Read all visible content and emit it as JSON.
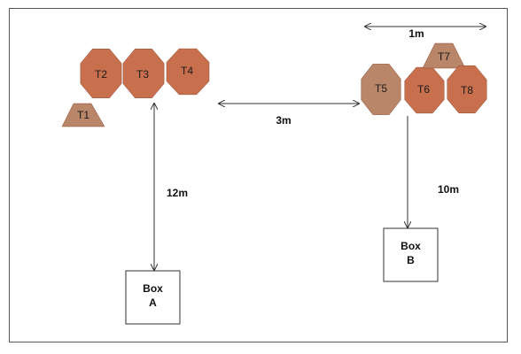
{
  "tables": [
    {
      "id": "T1",
      "shape": "trapezoid",
      "color": "#b9866a"
    },
    {
      "id": "T2",
      "shape": "octagon",
      "color": "#c8704d"
    },
    {
      "id": "T3",
      "shape": "octagon",
      "color": "#c8704d"
    },
    {
      "id": "T4",
      "shape": "octagon",
      "color": "#c8704d"
    },
    {
      "id": "T5",
      "shape": "octagon",
      "color": "#b9866a"
    },
    {
      "id": "T6",
      "shape": "octagon",
      "color": "#c8704d"
    },
    {
      "id": "T7",
      "shape": "trapezoid",
      "color": "#b9866a"
    },
    {
      "id": "T8",
      "shape": "octagon",
      "color": "#c8704d"
    }
  ],
  "boxes": [
    {
      "line1": "Box",
      "line2": "A"
    },
    {
      "line1": "Box",
      "line2": "B"
    }
  ],
  "distances": {
    "top_span": "1m",
    "between_groups": "3m",
    "to_box_a": "12m",
    "to_box_b": "10m"
  },
  "colors": {
    "line": "#333333",
    "frame": "#555555"
  }
}
